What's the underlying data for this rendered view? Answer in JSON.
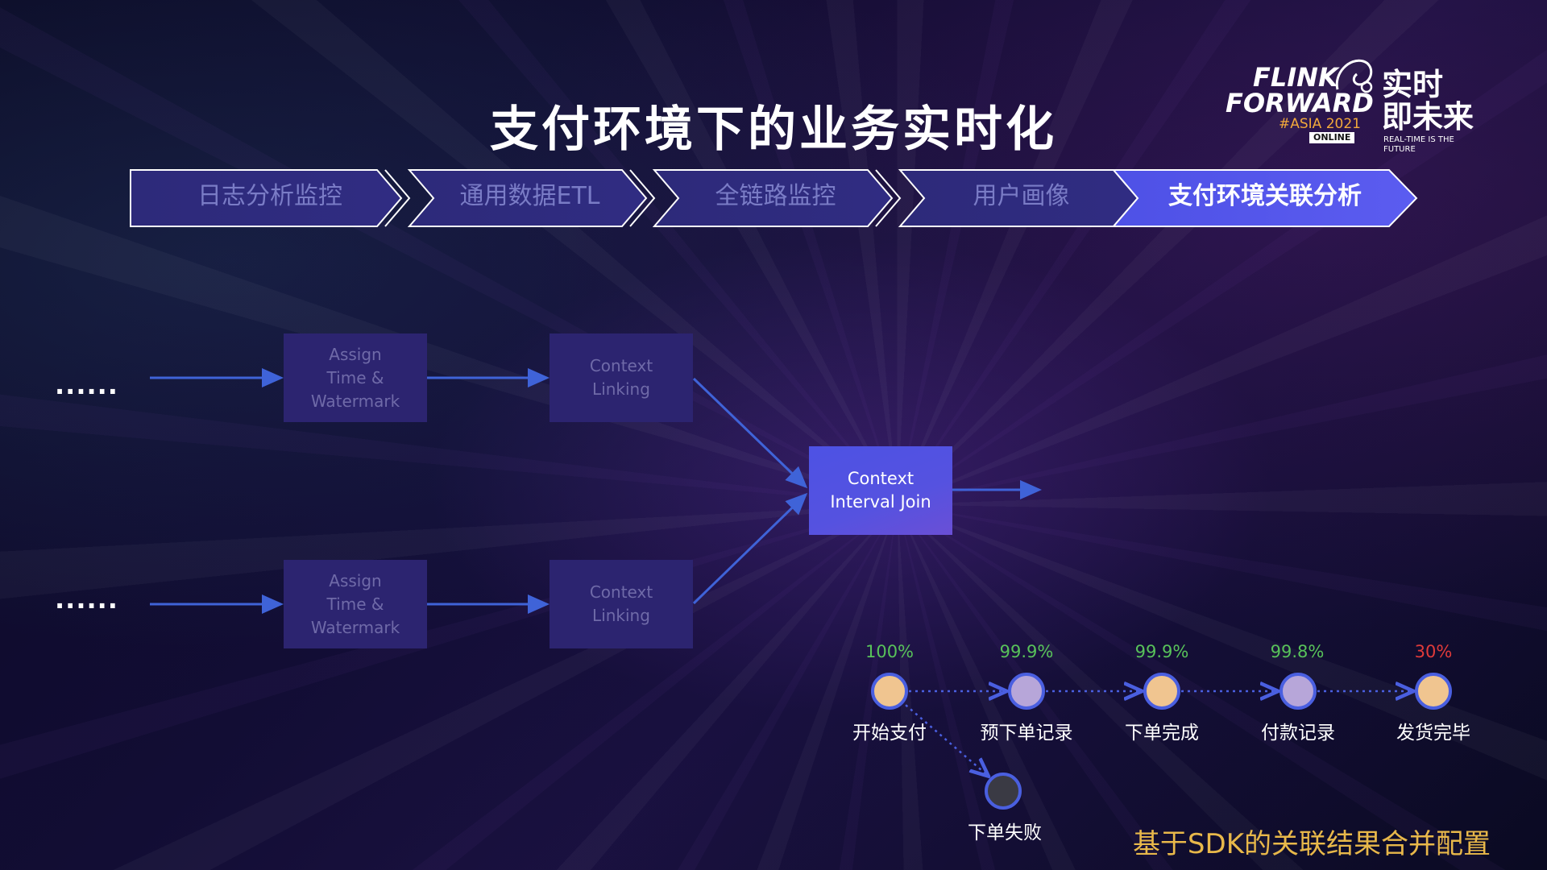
{
  "title": "支付环境下的业务实时化",
  "logo": {
    "line1": "FLINK",
    "line2": "FORWARD",
    "tag": "#ASIA 2021",
    "badge": "ONLINE",
    "cn1": "实时",
    "cn2": "即未来",
    "tagline": "REAL-TIME IS THE FUTURE"
  },
  "steps": [
    "日志分析监控",
    "通用数据ETL",
    "全链路监控",
    "用户画像",
    "支付环境关联分析"
  ],
  "pipeline": {
    "dots": "......",
    "assign": "Assign\nTime &\nWatermark",
    "context": "Context\nLinking",
    "join": "Context\nInterval Join"
  },
  "funnel": {
    "nodes": [
      {
        "label": "开始支付",
        "percent": "100%",
        "pct_color": "#58c25a",
        "fill": "#f0c590"
      },
      {
        "label": "预下单记录",
        "percent": "99.9%",
        "pct_color": "#58c25a",
        "fill": "#b7a6d9"
      },
      {
        "label": "下单完成",
        "percent": "99.9%",
        "pct_color": "#58c25a",
        "fill": "#f0c590"
      },
      {
        "label": "付款记录",
        "percent": "99.8%",
        "pct_color": "#58c25a",
        "fill": "#b7a6d9"
      },
      {
        "label": "发货完毕",
        "percent": "30%",
        "pct_color": "#e03a3a",
        "fill": "#f0c590"
      }
    ],
    "fail": {
      "label": "下单失败",
      "fill": "#3a3a44"
    }
  },
  "footer": "基于SDK的关联结果合并配置",
  "colors": {
    "accent": "#4d52e4",
    "arrow": "#3f63d8",
    "node_ring": "#4a5fe0"
  }
}
